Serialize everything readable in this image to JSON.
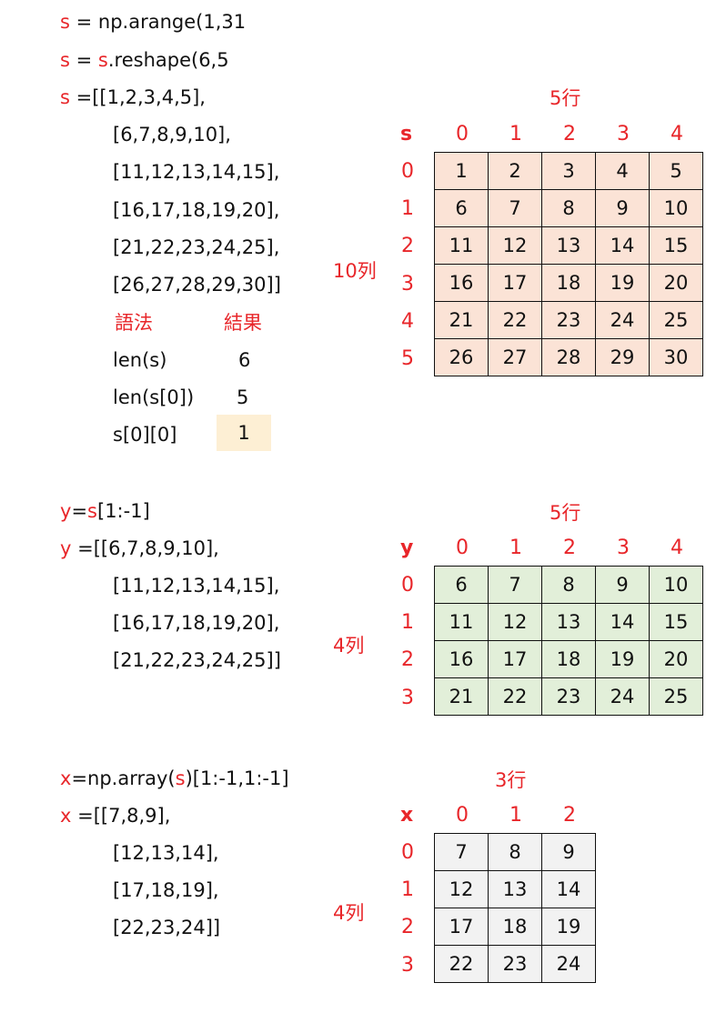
{
  "s_section": {
    "line1": [
      "s",
      " = np.arange(1,31"
    ],
    "line2": [
      "s",
      " = ",
      "s",
      ".reshape(6,5"
    ],
    "line3": [
      "s",
      " =[[1,2,3,4,5],"
    ],
    "rows": [
      "[6,7,8,9,10],",
      "[11,12,13,14,15],",
      "[16,17,18,19,20],",
      "[21,22,23,24,25],",
      "[26,27,28,29,30]]"
    ],
    "syntax_header": "語法",
    "result_header": "結果",
    "syntax": [
      {
        "expr": "len(s)",
        "result": "6"
      },
      {
        "expr": "len(s[0])",
        "result": "5"
      },
      {
        "expr": "s[0][0]",
        "result": "1"
      }
    ],
    "cols_label": "5行",
    "rows_label": "10列",
    "table_name": "s",
    "col_idx": [
      "0",
      "1",
      "2",
      "3",
      "4"
    ],
    "row_idx": [
      "0",
      "1",
      "2",
      "3",
      "4",
      "5"
    ],
    "cells": [
      [
        "1",
        "2",
        "3",
        "4",
        "5"
      ],
      [
        "6",
        "7",
        "8",
        "9",
        "10"
      ],
      [
        "11",
        "12",
        "13",
        "14",
        "15"
      ],
      [
        "16",
        "17",
        "18",
        "19",
        "20"
      ],
      [
        "21",
        "22",
        "23",
        "24",
        "25"
      ],
      [
        "26",
        "27",
        "28",
        "29",
        "30"
      ]
    ]
  },
  "y_section": {
    "line1": [
      "y",
      "=",
      "s",
      "[1:-1]"
    ],
    "line2": [
      "y",
      " =[[6,7,8,9,10],"
    ],
    "rows": [
      "[11,12,13,14,15],",
      "[16,17,18,19,20],",
      "[21,22,23,24,25]]"
    ],
    "cols_label": "5行",
    "rows_label": "4列",
    "table_name": "y",
    "col_idx": [
      "0",
      "1",
      "2",
      "3",
      "4"
    ],
    "row_idx": [
      "0",
      "1",
      "2",
      "3"
    ],
    "cells": [
      [
        "6",
        "7",
        "8",
        "9",
        "10"
      ],
      [
        "11",
        "12",
        "13",
        "14",
        "15"
      ],
      [
        "16",
        "17",
        "18",
        "19",
        "20"
      ],
      [
        "21",
        "22",
        "23",
        "24",
        "25"
      ]
    ]
  },
  "x_section": {
    "line1": [
      "x",
      "=np.array(",
      "s",
      ")[1:-1,1:-1]"
    ],
    "line2": [
      "x",
      " =[[7,8,9],"
    ],
    "rows": [
      "[12,13,14],",
      "[17,18,19],",
      "[22,23,24]]"
    ],
    "cols_label": "3行",
    "rows_label": "4列",
    "table_name": "x",
    "col_idx": [
      "0",
      "1",
      "2"
    ],
    "row_idx": [
      "0",
      "1",
      "2",
      "3"
    ],
    "cells": [
      [
        "7",
        "8",
        "9"
      ],
      [
        "12",
        "13",
        "14"
      ],
      [
        "17",
        "18",
        "19"
      ],
      [
        "22",
        "23",
        "24"
      ]
    ]
  }
}
